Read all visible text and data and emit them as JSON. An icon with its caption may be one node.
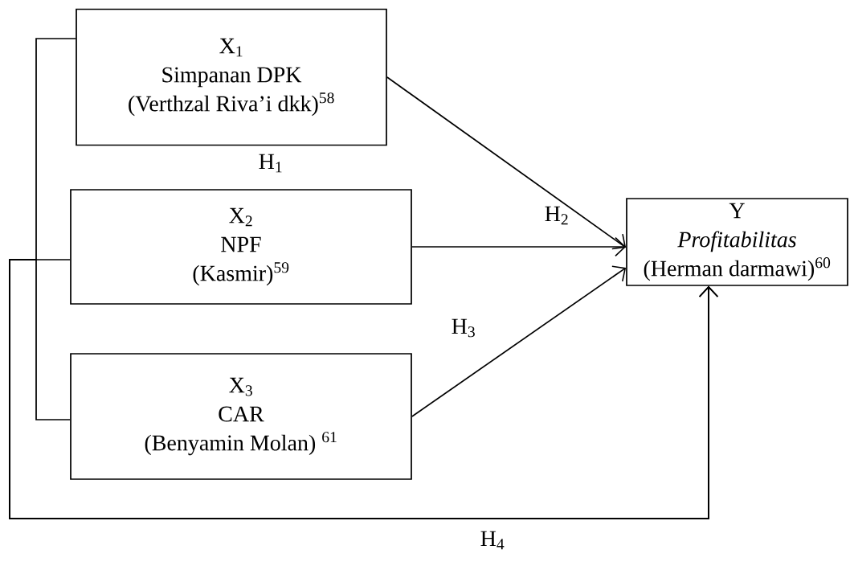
{
  "diagram": {
    "nodes": [
      {
        "text": [
          "X$_{1}$",
          "Simpanan DPK",
          "(Verthzal Riva’i dkk)$^{58}$"
        ]
      },
      {
        "text": [
          "X$_{2}$",
          "NPF",
          "(Kasmir)$^{59}$"
        ]
      },
      {
        "text": [
          "X$_{3}$",
          "CAR",
          "(Benyamin Molan) $^{61}$"
        ]
      },
      {
        "text": [
          "Y",
          "Profitabilitas",
          "(Herman darmawi)$^{60}$"
        ]
      }
    ],
    "edges": [
      {
        "from": 0,
        "to": 3,
        "arrow": "to"
      },
      {
        "from": 1,
        "to": 3,
        "arrow": "to"
      },
      {
        "from": 2,
        "to": 3,
        "arrow": "to"
      },
      {
        "from": 0,
        "to": 3,
        "arrow": "to"
      },
      {
        "from": 1,
        "to": 3,
        "arrow": "to",
        "label": "H$_{4}$"
      },
      {
        "from": 2,
        "to": 3,
        "arrow": "to"
      }
    ],
    "labels": [
      "H$_{1}$",
      "H$_{2}$",
      "H$_{3}$"
    ]
  }
}
